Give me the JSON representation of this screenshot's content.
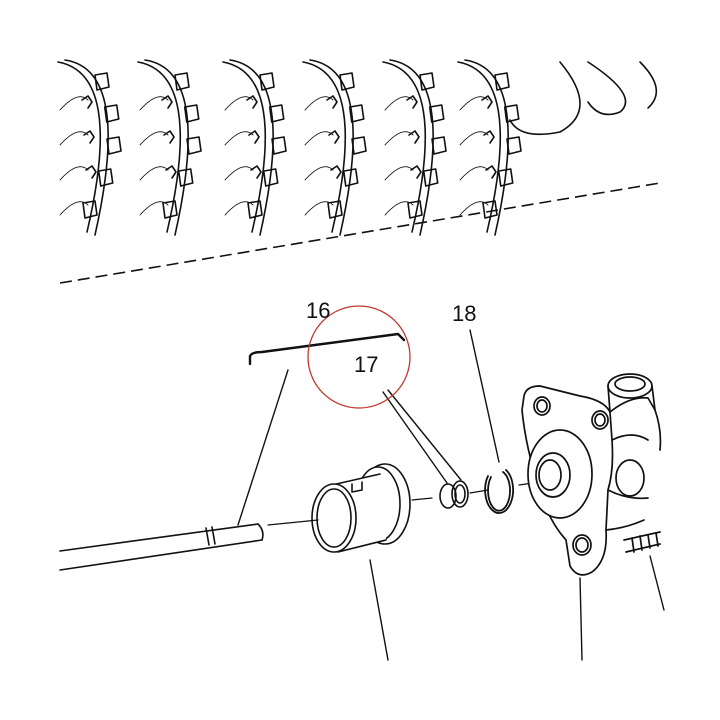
{
  "callouts": {
    "c16": "16",
    "c17": "17",
    "c18": "18"
  },
  "colors": {
    "line": "#111111",
    "highlight": "#c0392b",
    "background": "#ffffff"
  }
}
